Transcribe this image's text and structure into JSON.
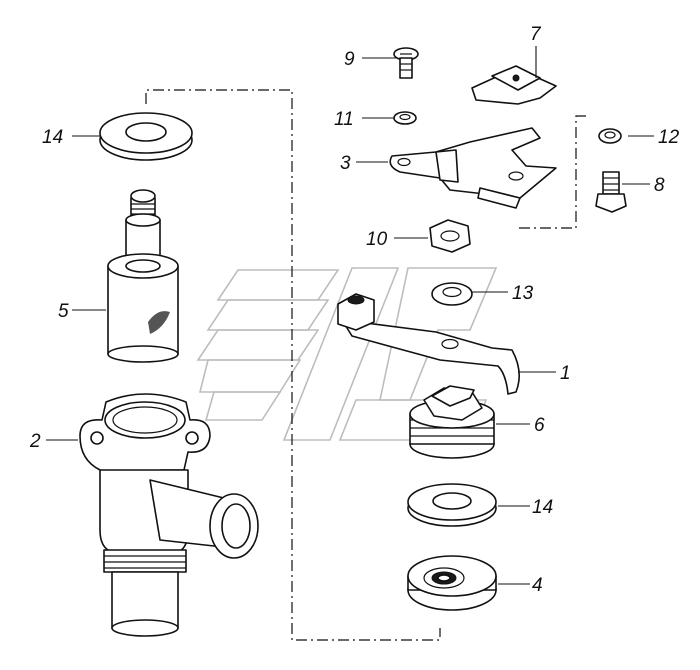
{
  "diagram": {
    "callouts": [
      {
        "id": "p1",
        "label": "1"
      },
      {
        "id": "p2",
        "label": "2"
      },
      {
        "id": "p3",
        "label": "3"
      },
      {
        "id": "p4",
        "label": "4"
      },
      {
        "id": "p5",
        "label": "5"
      },
      {
        "id": "p6",
        "label": "6"
      },
      {
        "id": "p7",
        "label": "7"
      },
      {
        "id": "p8",
        "label": "8"
      },
      {
        "id": "p9",
        "label": "9"
      },
      {
        "id": "p10",
        "label": "10"
      },
      {
        "id": "p11",
        "label": "11"
      },
      {
        "id": "p12",
        "label": "12"
      },
      {
        "id": "p13",
        "label": "13"
      },
      {
        "id": "p14a",
        "label": "14"
      },
      {
        "id": "p14b",
        "label": "14"
      }
    ]
  }
}
